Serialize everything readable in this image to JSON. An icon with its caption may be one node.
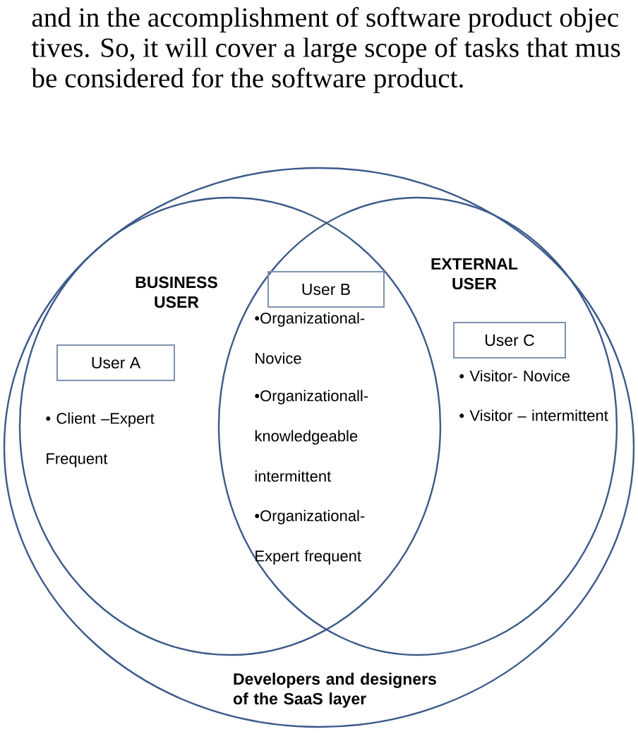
{
  "diagram": {
    "nodes": [
      {
        "text": [
          "Developers and designers of the SaaS layer"
        ]
      },
      {
        "text": [
          "BUSINESS USER"
        ],
        "in": 0
      },
      {
        "text": [
          "EXTERNAL USER"
        ],
        "in": 0
      },
      {
        "text": [
          "User A"
        ],
        "in": 1,
        "beside": [
          "• Client –Expert Frequent"
        ]
      },
      {
        "text": [
          "User B"
        ],
        "beside": [
          "•Organizational- Novice",
          "•Organizationall- knowledgeable intermittent",
          "•Organizational- Expert frequent"
        ]
      },
      {
        "text": [
          "User C"
        ],
        "in": 2,
        "beside": [
          "• Visitor- Novice",
          "• Visitor – intermittent"
        ]
      }
    ],
    "edges": [],
    "labels": [
      "and in the accomplishment of software product objec",
      "tives. So, it will cover a large scope of tasks that mus",
      "be considered for the software product."
    ]
  }
}
